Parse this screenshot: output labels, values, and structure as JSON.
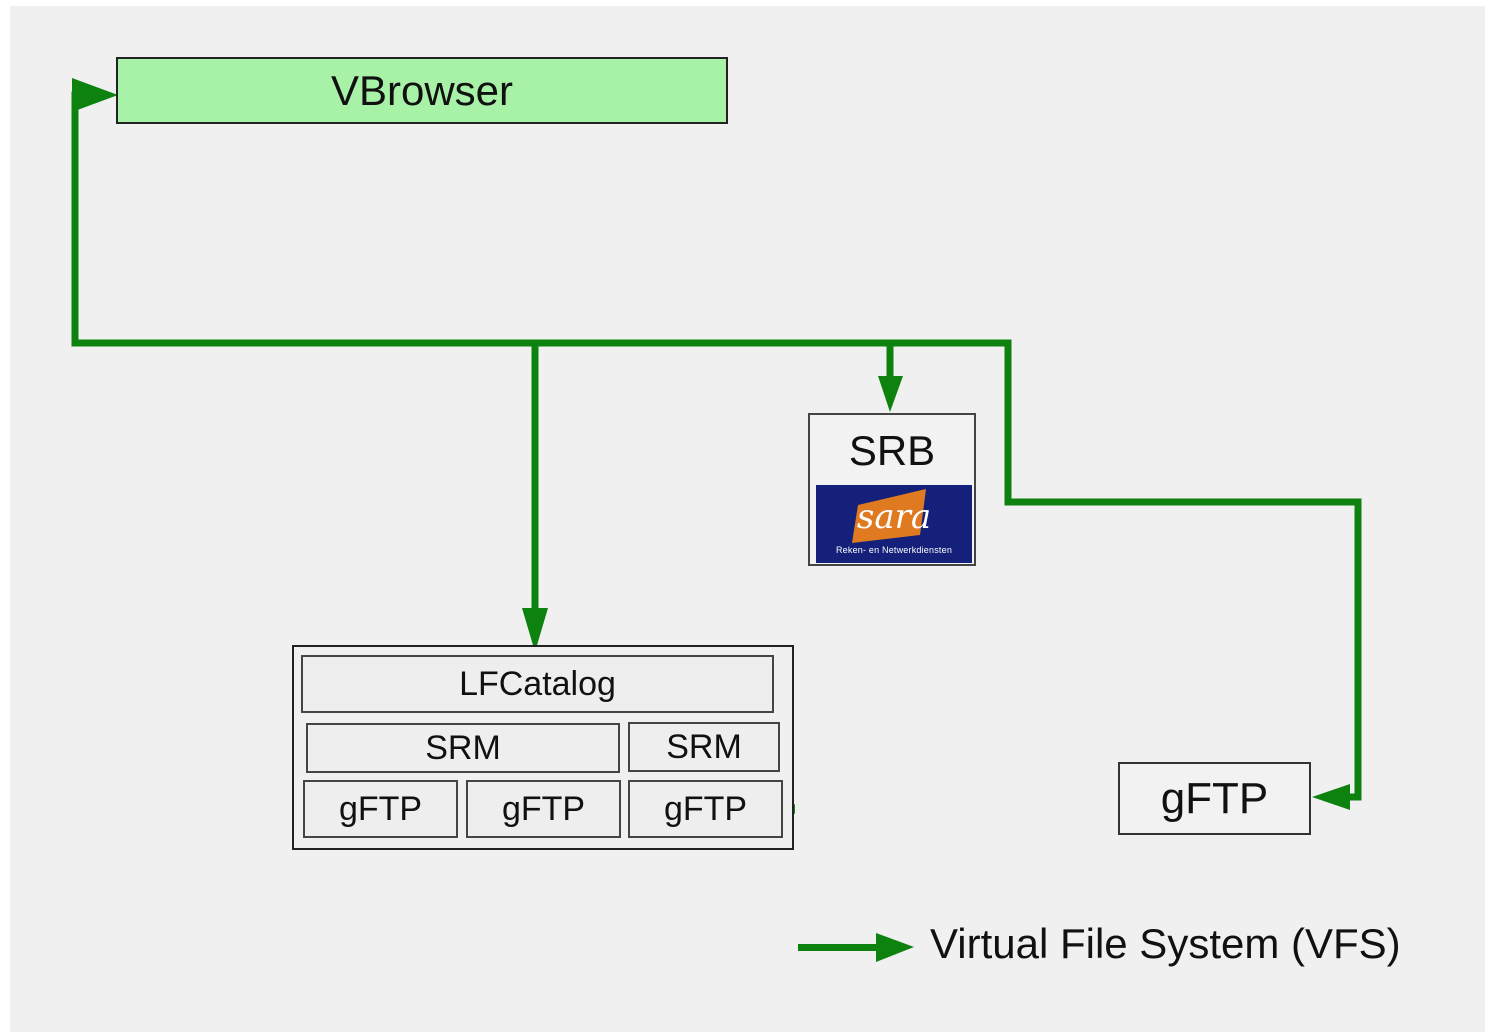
{
  "nodes": {
    "vbrowser": "VBrowser",
    "srb": "SRB",
    "sara_logo_word": "sara",
    "sara_logo_tagline": "Reken- en Netwerkdiensten",
    "lfcatalog": "LFCatalog",
    "srm_left": "SRM",
    "srm_right": "SRM",
    "gftp_1": "gFTP",
    "gftp_2": "gFTP",
    "gftp_3": "gFTP",
    "gftp_standalone": "gFTP"
  },
  "legend": {
    "vfs_label": "Virtual File System (VFS)"
  },
  "colors": {
    "background": "#f0f0f0",
    "vfs_arrow": "#0e820e",
    "vbrowser_fill": "#a8f2a8",
    "sara_blue": "#14207a",
    "sara_orange": "#e07a20",
    "srm_link": "#0000ff"
  }
}
